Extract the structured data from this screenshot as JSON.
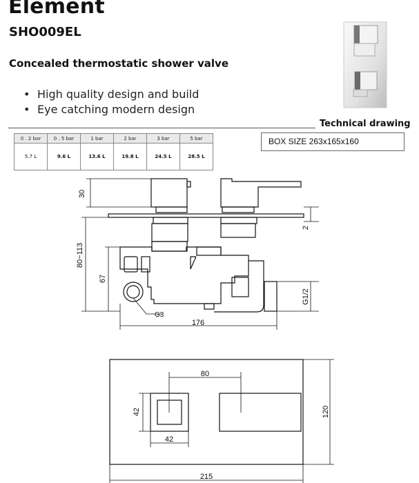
{
  "header": {
    "title": "Element",
    "code": "SHO009EL",
    "subtitle": "Concealed thermostatic shower valve"
  },
  "features": [
    "High quality design and build",
    "Eye catching modern design"
  ],
  "technical_label": "Technical drawing",
  "flow_table": {
    "pressures": [
      "0 . 2 bar",
      "0 . 5 bar",
      "1  bar",
      "2  bar",
      "3  bar",
      "5  bar"
    ],
    "flows": [
      "5.7  L",
      "9.6 L",
      "13.6  L",
      "19.8  L",
      "24.5 L",
      "28.5 L"
    ]
  },
  "box_size": "BOX SIZE  263x165x160",
  "drawing": {
    "dims": {
      "top": "30",
      "plate": "2",
      "depth": "80~113",
      "center": "67",
      "thread": "G1/2",
      "inlet": "G3",
      "width": "176",
      "spacing": "80",
      "knob_h": "42",
      "knob_w": "42",
      "plate_h": "120",
      "plate_w": "215"
    }
  }
}
